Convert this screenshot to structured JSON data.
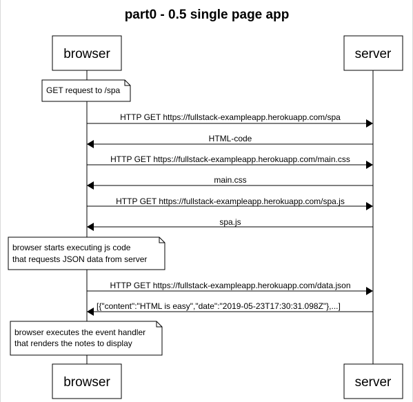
{
  "diagram": {
    "title": "part0 - 0.5 single page app",
    "actors": {
      "browser": "browser",
      "server": "server"
    },
    "notes": [
      {
        "lines": [
          "GET request to /spa"
        ]
      },
      {
        "lines": [
          "browser starts executing js code",
          "that requests JSON data from server"
        ]
      },
      {
        "lines": [
          "browser executes the event handler",
          "that renders the notes to display"
        ]
      }
    ],
    "messages": [
      {
        "from": "browser",
        "to": "server",
        "label": "HTTP GET https://fullstack-exampleapp.herokuapp.com/spa"
      },
      {
        "from": "server",
        "to": "browser",
        "label": "HTML-code"
      },
      {
        "from": "browser",
        "to": "server",
        "label": "HTTP GET https://fullstack-exampleapp.herokuapp.com/main.css"
      },
      {
        "from": "server",
        "to": "browser",
        "label": "main.css"
      },
      {
        "from": "browser",
        "to": "server",
        "label": "HTTP GET https://fullstack-exampleapp.herokuapp.com/spa.js"
      },
      {
        "from": "server",
        "to": "browser",
        "label": "spa.js"
      },
      {
        "from": "browser",
        "to": "server",
        "label": "HTTP GET https://fullstack-exampleapp.herokuapp.com/data.json"
      },
      {
        "from": "server",
        "to": "browser",
        "label": "[{\"content\":\"HTML is easy\",\"date\":\"2019-05-23T17:30:31.098Z\"},...]"
      }
    ]
  }
}
